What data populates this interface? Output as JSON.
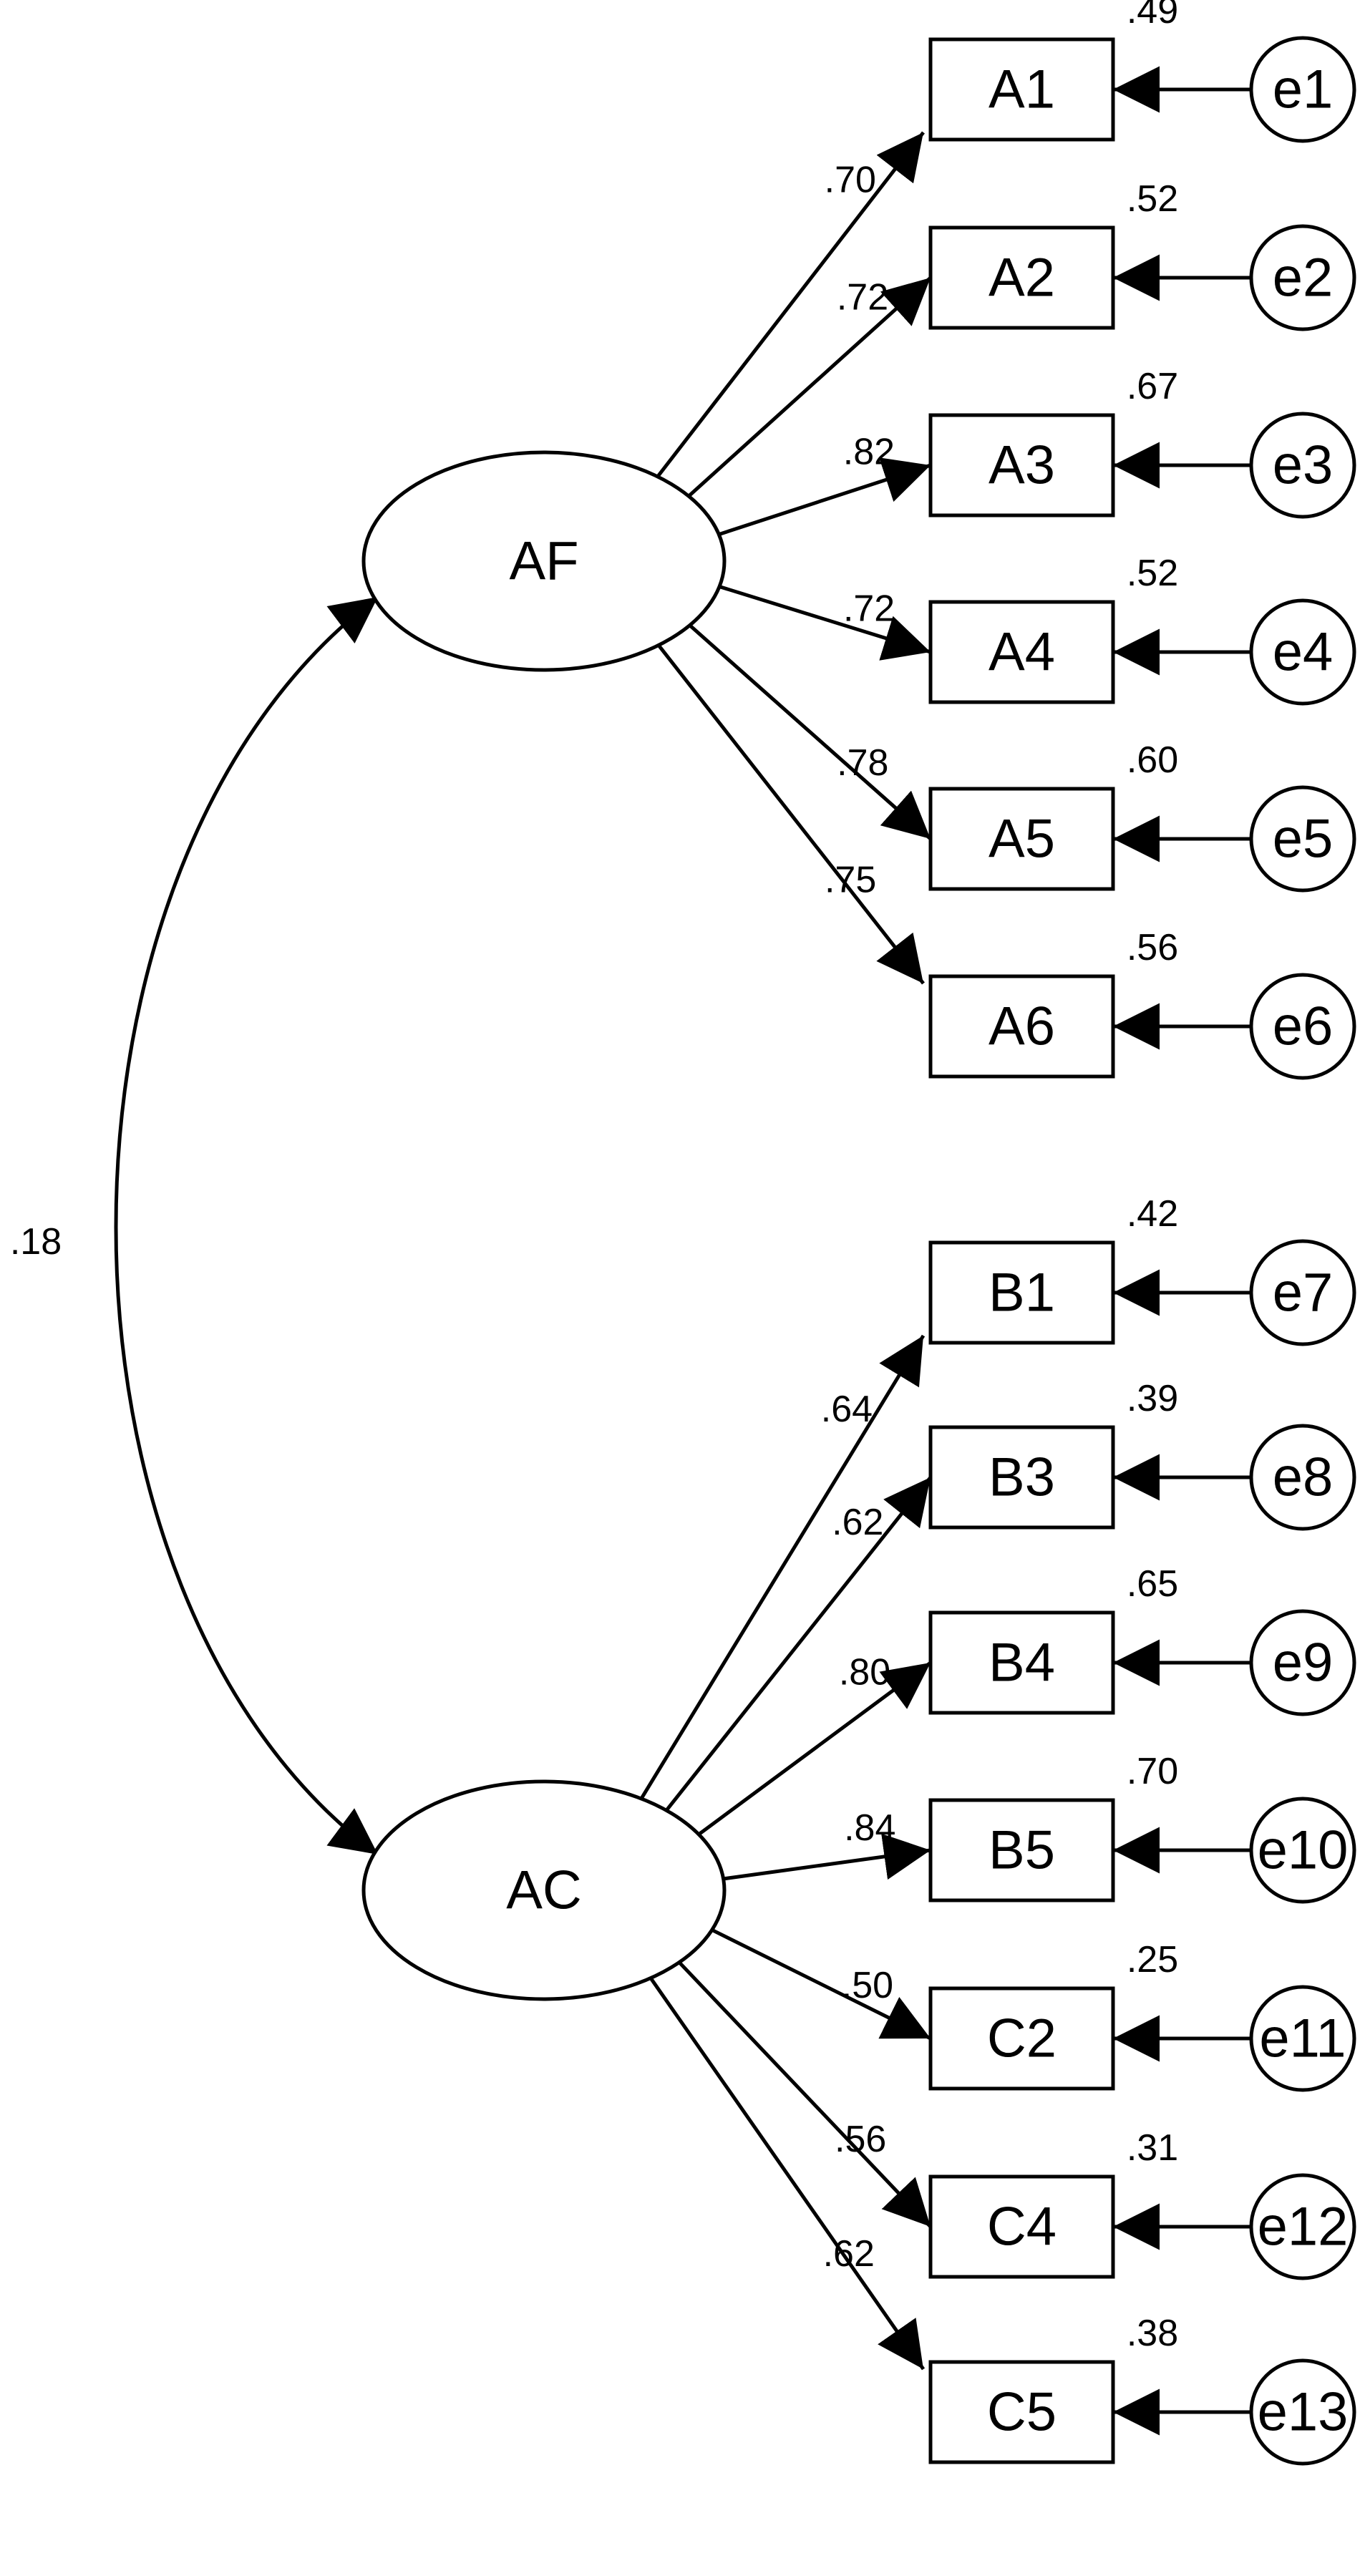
{
  "factors": [
    {
      "id": "AF",
      "label": "AF"
    },
    {
      "id": "AC",
      "label": "AC"
    }
  ],
  "correlation": {
    "from": "AF",
    "to": "AC",
    "value": ".18"
  },
  "indicators": [
    {
      "factor": "AF",
      "label": "A1",
      "loading": ".70",
      "r2": ".49",
      "error": "e1"
    },
    {
      "factor": "AF",
      "label": "A2",
      "loading": ".72",
      "r2": ".52",
      "error": "e2"
    },
    {
      "factor": "AF",
      "label": "A3",
      "loading": ".82",
      "r2": ".67",
      "error": "e3"
    },
    {
      "factor": "AF",
      "label": "A4",
      "loading": ".72",
      "r2": ".52",
      "error": "e4"
    },
    {
      "factor": "AF",
      "label": "A5",
      "loading": ".78",
      "r2": ".60",
      "error": "e5"
    },
    {
      "factor": "AF",
      "label": "A6",
      "loading": ".75",
      "r2": ".56",
      "error": "e6"
    },
    {
      "factor": "AC",
      "label": "B1",
      "loading": ".64",
      "r2": ".42",
      "error": "e7"
    },
    {
      "factor": "AC",
      "label": "B3",
      "loading": ".62",
      "r2": ".39",
      "error": "e8"
    },
    {
      "factor": "AC",
      "label": "B4",
      "loading": ".80",
      "r2": ".65",
      "error": "e9"
    },
    {
      "factor": "AC",
      "label": "B5",
      "loading": ".84",
      "r2": ".70",
      "error": "e10"
    },
    {
      "factor": "AC",
      "label": "C2",
      "loading": ".50",
      "r2": ".25",
      "error": "e11"
    },
    {
      "factor": "AC",
      "label": "C4",
      "loading": ".56",
      "r2": ".31",
      "error": "e12"
    },
    {
      "factor": "AC",
      "label": "C5",
      "loading": ".62",
      "r2": ".38",
      "error": "e13"
    }
  ]
}
